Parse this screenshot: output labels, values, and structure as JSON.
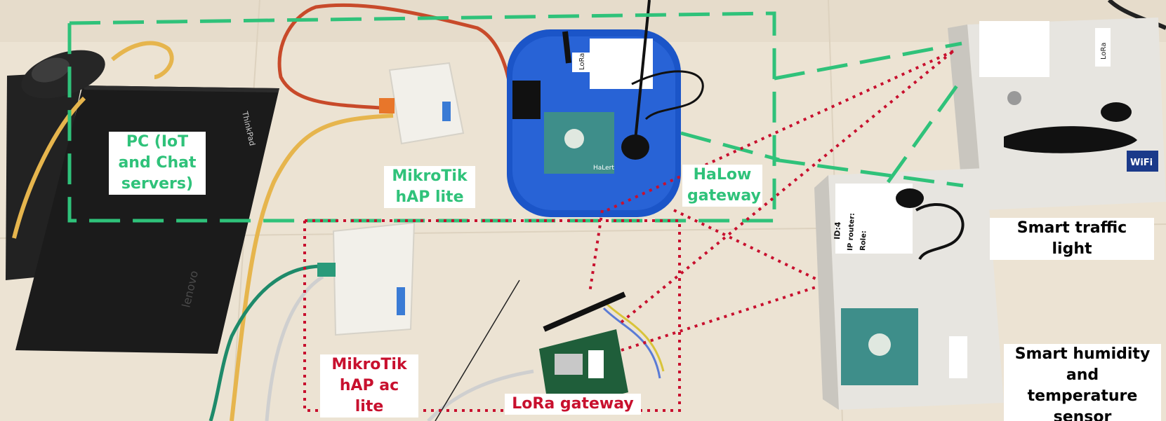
{
  "labels": {
    "pc": "PC (IoT\nand Chat\nservers)",
    "mikrotik_hap_lite": "MikroTik\nhAP lite",
    "halow_gateway": "HaLow\ngateway",
    "mikrotik_hap_ac_lite": "MikroTik\nhAP ac lite",
    "lora_gateway": "LoRa gateway",
    "smart_traffic_light": "Smart traffic light",
    "smart_humidity_sensor": "Smart humidity\nand temperature\nsensor"
  },
  "device_print": {
    "lora_tag": "LoRa",
    "lora_tag_right": "LoRa",
    "halert": "HaLert",
    "laptop_brand": "lenovo",
    "laptop_model": "ThinkPad",
    "wifi": "WiFi",
    "hum_id": "ID:4",
    "hum_ip_router": "IP router:",
    "hum_role": "Role:"
  },
  "colors": {
    "green": "#2fc27a",
    "red": "#c8102e",
    "blue_box": "#1b55c8",
    "table": "#ece3d3",
    "laptop": "#1b1b1b"
  }
}
